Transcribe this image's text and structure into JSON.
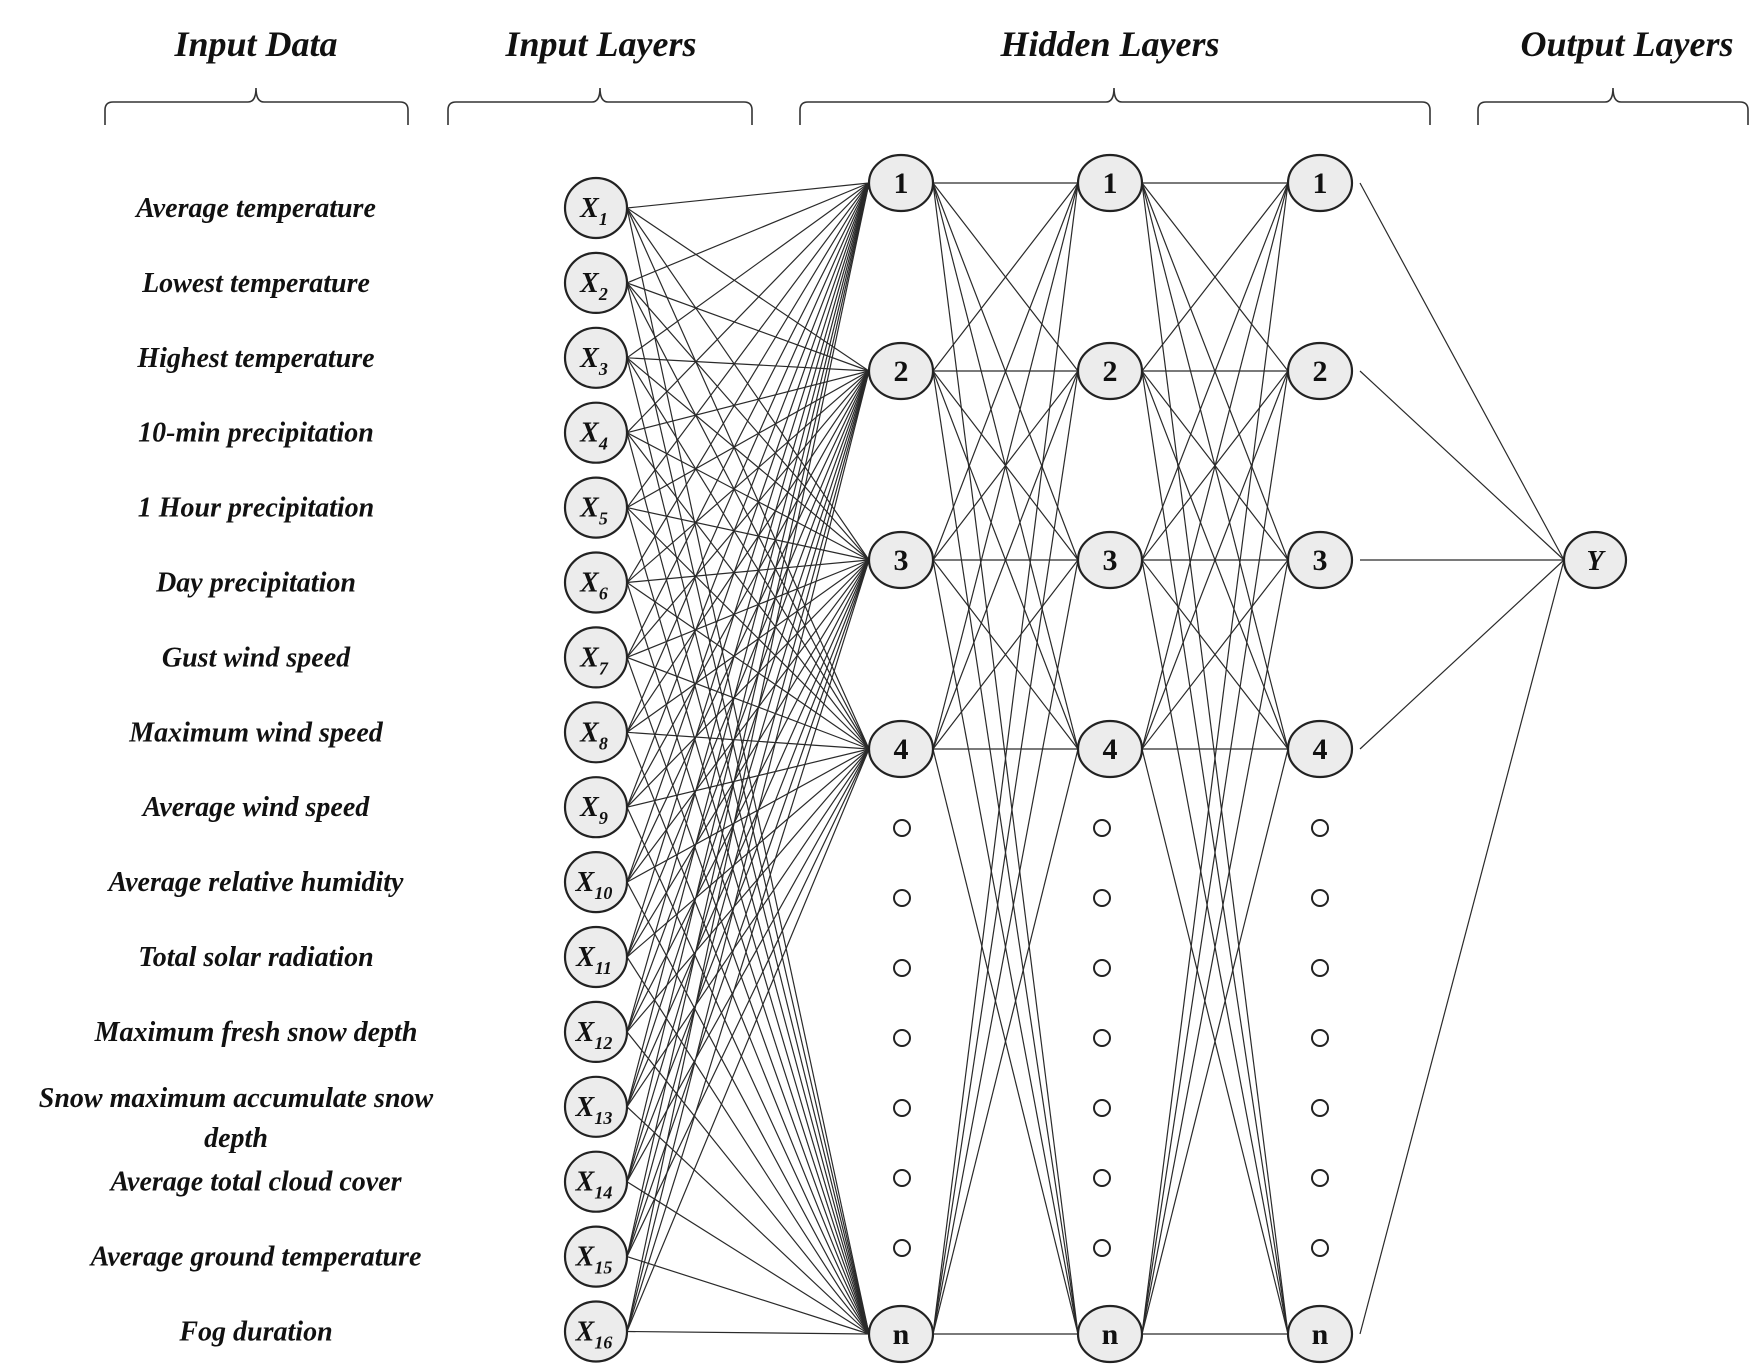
{
  "headers": {
    "input_data": "Input Data",
    "input_layers": "Input Layers",
    "hidden_layers": "Hidden Layers",
    "output_layers": "Output Layers"
  },
  "features": [
    "Average temperature",
    "Lowest temperature",
    "Highest temperature",
    "10-min precipitation",
    "1 Hour precipitation",
    "Day precipitation",
    "Gust wind speed",
    "Maximum wind speed",
    "Average wind speed",
    "Average relative humidity",
    "Total solar radiation",
    "Maximum fresh snow depth",
    "Snow maximum accumulate snow depth",
    "Average total cloud cover",
    "Average ground temperature",
    "Fog duration"
  ],
  "input_nodes": {
    "symbol": "X",
    "subscripts": [
      "1",
      "2",
      "3",
      "4",
      "5",
      "6",
      "7",
      "8",
      "9",
      "10",
      "11",
      "12",
      "13",
      "14",
      "15",
      "16"
    ]
  },
  "hidden_layers": [
    {
      "node_labels": [
        "1",
        "2",
        "3",
        "4",
        "n"
      ],
      "ellipsis_dots": 7
    },
    {
      "node_labels": [
        "1",
        "2",
        "3",
        "4",
        "n"
      ],
      "ellipsis_dots": 7
    },
    {
      "node_labels": [
        "1",
        "2",
        "3",
        "4",
        "n"
      ],
      "ellipsis_dots": 7
    }
  ],
  "output_node": {
    "label": "Y"
  },
  "colors": {
    "node_fill": "#ececec",
    "node_stroke": "#222222",
    "edge": "#2a2a2a",
    "text": "#111111"
  }
}
